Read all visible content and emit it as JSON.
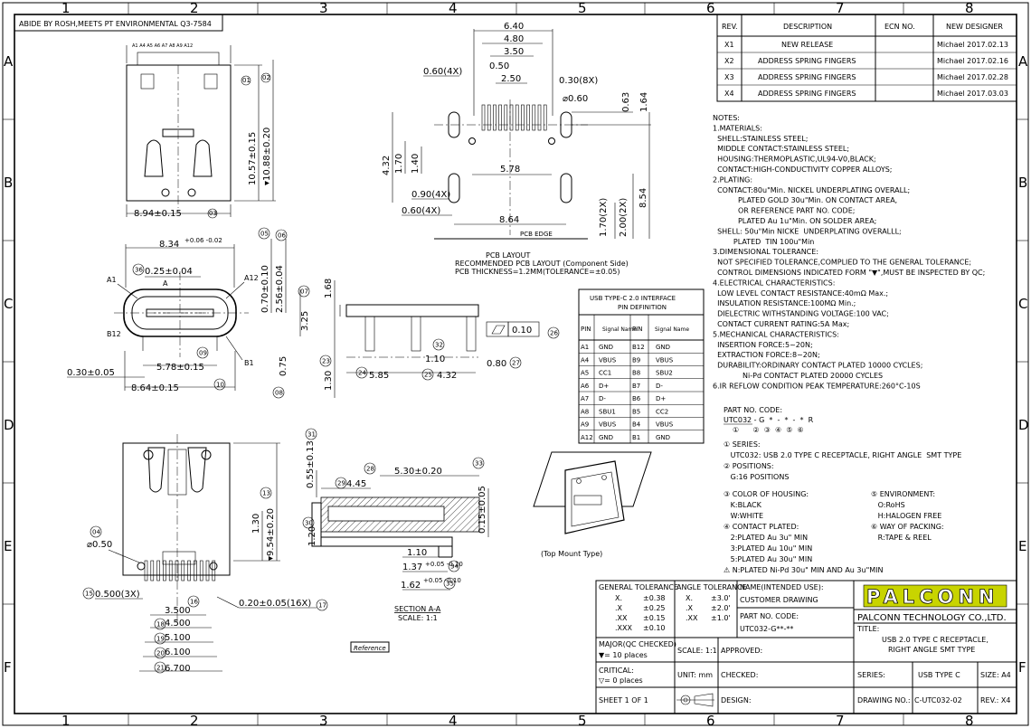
{
  "border": {
    "cols": [
      "1",
      "2",
      "3",
      "4",
      "5",
      "6",
      "7",
      "8"
    ],
    "rows": [
      "A",
      "B",
      "C",
      "D",
      "E",
      "F"
    ]
  },
  "top_note": "ABIDE BY ROSH,MEETS PT ENVIRONMENTAL Q3-7584",
  "revision_table": {
    "headers": [
      "REV.",
      "DESCRIPTION",
      "ECN NO.",
      "NEW DESIGNER"
    ],
    "rows": [
      [
        "X1",
        "NEW RELEASE",
        "",
        "Michael 2017.02.13"
      ],
      [
        "X2",
        "ADDRESS SPRING FINGERS",
        "",
        "Michael 2017.02.16"
      ],
      [
        "X3",
        "ADDRESS SPRING FINGERS",
        "",
        "Michael 2017.02.28"
      ],
      [
        "X4",
        "ADDRESS SPRING FINGERS",
        "",
        "Michael 2017.03.03"
      ]
    ]
  },
  "notes": [
    "NOTES:",
    "1.MATERIALS:",
    "  SHELL:STAINLESS STEEL;",
    "  MIDDLE CONTACT:STAINLESS STEEL;",
    "  HOUSING:THERMOPLASTIC,UL94-V0,BLACK;",
    "  CONTACT:HIGH-CONDUCTIVITY COPPER ALLOYS;",
    "2.PLATING:",
    "  CONTACT:80u\"Min. NICKEL UNDERPLATING OVERALL;",
    "           PLATED GOLD 30u\"Min. ON CONTACT AREA,",
    "           OR REFERENCE PART NO. CODE;",
    "           PLATED Au 1u\"Min. ON SOLDER AREA;",
    "  SHELL: 50u\"Min NICKE  UNDERPLATING OVERALLL;",
    "         PLATED  TIN 100u\"Min",
    "3.DIMENSIONAL TOLERANCE:",
    "  NOT SPECIFIED TOLERANCE,COMPLIED TO THE GENERAL TOLERANCE;",
    "  CONTROL DIMENSIONS INDICATED FORM \"▼\",MUST BE INSPECTED BY QC;",
    "4.ELECTRICAL CHARACTERISTICS:",
    "  LOW LEVEL CONTACT RESISTANCE:40mΩ Max.;",
    "  INSULATION RESISTANCE:100MΩ Min.;",
    "  DIELECTRIC WITHSTANDING VOLTAGE:100 VAC;",
    "  CONTACT CURRENT RATING:5A Max;",
    "5.MECHANICAL CHARACTERISTICS:",
    "  INSERTION FORCE:5~20N;",
    "  EXTRACTION FORCE:8~20N;",
    "  DURABILITY:ORDINARY CONTACT PLATED 10000 CYCLES;",
    "             Ni-Pd CONTACT PLATED 20000 CYCLES",
    "6.IR REFLOW CONDITION PEAK TEMPERATURE:260°C-10S"
  ],
  "part_code": {
    "title": "PART NO. CODE:",
    "code": "UTC032 - G  *  -  *  -  *  R",
    "markers": "①      ②  ③  ④  ⑤  ⑥"
  },
  "code_sections": [
    "① SERIES:",
    "   UTC032: USB 2.0 TYPE C RECEPTACLE, RIGHT ANGLE  SMT TYPE",
    "② POSITIONS:",
    "   G:16 POSITIONS",
    "③ COLOR OF HOUSING:",
    "   K:BLACK",
    "   W:WHITE",
    "④ CONTACT PLATED:",
    "   2:PLATED Au 3u\" MIN",
    "   3:PLATED Au 10u\" MIN",
    "   5:PLATED Au 30u\" MIN",
    "⚠ N:PLATED Ni-Pd 30u\" MIN AND Au 3u\"MIN"
  ],
  "code_sections_right": [
    "⑤ ENVIRONMENT:",
    "   O:RoHS",
    "   H:HALOGEN FREE",
    "⑥ WAY OF PACKING:",
    "   R:TAPE & REEL"
  ],
  "pin_table": {
    "title": "USB TYPE-C 2.0 INTERFACE PIN DEFINITION",
    "headers": [
      "PIN",
      "Signal Name",
      "PIN",
      "Signal Name"
    ],
    "rows": [
      [
        "A1",
        "GND",
        "B12",
        "GND"
      ],
      [
        "A4",
        "VBUS",
        "B9",
        "VBUS"
      ],
      [
        "A5",
        "CC1",
        "B8",
        "SBU2"
      ],
      [
        "A6",
        "D+",
        "B7",
        "D-"
      ],
      [
        "A7",
        "D-",
        "B6",
        "D+"
      ],
      [
        "A8",
        "SBU1",
        "B5",
        "CC2"
      ],
      [
        "A9",
        "VBUS",
        "B4",
        "VBUS"
      ],
      [
        "A12",
        "GND",
        "B1",
        "GND"
      ]
    ]
  },
  "pcb": {
    "dims_top": [
      "6.40",
      "4.80",
      "3.50",
      "2.50",
      "0.50"
    ],
    "labels": {
      "d060_4x": "0.60(4X)",
      "d030_8x": "0.30(8X)",
      "phi060": "⌀0.60",
      "d063": "0.63",
      "d164": "1.64",
      "d432": "4.32",
      "d170": "1.70",
      "d140": "1.40",
      "d578": "5.78",
      "d090_4x": "0.90(4X)",
      "d060b_4x": "0.60(4X)",
      "d864": "8.64",
      "d170_2x": "1.70(2X)",
      "d200_2x": "2.00(2X)",
      "d854": "8.54",
      "edge": "PCB EDGE"
    },
    "caption": [
      "PCB LAYOUT",
      "RECOMMENDED PCB LAYOUT (Component Side)",
      "PCB THICKNESS=1.2MM(TOLERANCE=±0.05)"
    ]
  },
  "top_view": {
    "pin_labels": "A1 A4 A5 A6 A7 A8 A9 A12",
    "d1057": "10.57±0.15",
    "d1088": "▾10.88±0.20",
    "d894": "8.94±0.15",
    "c01": "01",
    "c02": "02",
    "c03": "03"
  },
  "front_view": {
    "d834": "8.34",
    "d834_tol": "+0.06 -0.02",
    "d025": "0.25±0.04",
    "d070": "0.70±0.10",
    "d256": "2.56±0.04",
    "d325": "3.25",
    "d075": "0.75",
    "d578": "5.78±0.15",
    "d864": "8.64±0.15",
    "d030": "0.30±0.05",
    "A": "A",
    "A1": "A1",
    "A12": "A12",
    "B12": "B12",
    "B1": "B1"
  },
  "side_view": {
    "d168": "1.68",
    "d130": "1.30",
    "d585": "5.85",
    "d110": "1.10",
    "d432": "4.32",
    "d080": "0.80",
    "flat": "0.10"
  },
  "bottom_view": {
    "phi050": "⌀0.50",
    "d0500": "0.500(3X)",
    "d130": "1.30",
    "d954": "▾9.54±0.20",
    "d3500": "3.500",
    "d4500": "4.500",
    "d5100": "5.100",
    "d6100": "6.100",
    "d6700": "6.700",
    "d020": "0.20±0.05(16X)"
  },
  "section": {
    "d055": "0.55±0.13",
    "d445": "4.45",
    "d530": "5.30±0.20",
    "d015": "0.15±0.05",
    "d120": "1.20",
    "d110": "1.10",
    "d137": "1.37",
    "d137_tol": "+0.05 -0.10",
    "d162": "1.62",
    "d162_tol": "+0.05 -0.10",
    "title": "SECTION A-A",
    "scale": "SCALE: 1:1",
    "reference": "Reference"
  },
  "iso_caption": "(Top Mount Type)",
  "title_block": {
    "gen_tol_title": "GENERAL TOLERANCE",
    "gen_tol": [
      [
        "X.",
        "±0.38"
      ],
      [
        ".X",
        "±0.25"
      ],
      [
        ".XX",
        "±0.15"
      ],
      [
        ".XXX",
        "±0.10"
      ]
    ],
    "ang_tol_title": "ANGLE TOLERANCE",
    "ang_tol": [
      [
        "X.",
        "±3.0'"
      ],
      [
        ".X",
        "±2.0'"
      ],
      [
        ".XX",
        "±1.0'"
      ]
    ],
    "name_label": "NAME(INTENDED USE):",
    "name_value": "CUSTOMER DRAWING",
    "part_label": "PART NO. CODE:",
    "part_value": "UTC032-G**-**",
    "logo": "PALCONN",
    "company": "PALCONN TECHNOLOGY CO.,LTD.",
    "title_label": "TITLE:",
    "title_value": [
      "USB 2.0 TYPE C RECEPTACLE,",
      "RIGHT ANGLE  SMT TYPE"
    ],
    "major": [
      "MAJOR(QC CHECKED)",
      "▼= 10 places"
    ],
    "scale": "SCALE: 1:1",
    "approved": "APPROVED:",
    "critical": [
      "CRITICAL:",
      "▽= 0 places"
    ],
    "unit": "UNIT: mm",
    "checked": "CHECKED:",
    "series_label": "SERIES:",
    "series_value": "USB TYPE C",
    "size": "SIZE: A4",
    "sheet": "SHEET 1 OF 1",
    "design": "DESIGN:",
    "drawing_label": "DRAWING NO.:",
    "drawing_value": "C-UTC032-02",
    "rev": "REV.: X4"
  },
  "callouts": {
    "c04": "04",
    "c05": "05",
    "c06": "06",
    "c07": "07",
    "c08": "08",
    "c09": "09",
    "c10": "10",
    "c13": "13",
    "c15": "15",
    "c16": "16",
    "c17": "17",
    "c18": "18",
    "c19": "19",
    "c20": "20",
    "c21": "21",
    "c23": "23",
    "c24": "24",
    "c25": "25",
    "c26": "26",
    "c27": "27",
    "c28": "28",
    "c29": "29",
    "c30": "30",
    "c31": "31",
    "c32": "32",
    "c33": "33",
    "c34": "34",
    "c35": "35",
    "c36": "36"
  }
}
